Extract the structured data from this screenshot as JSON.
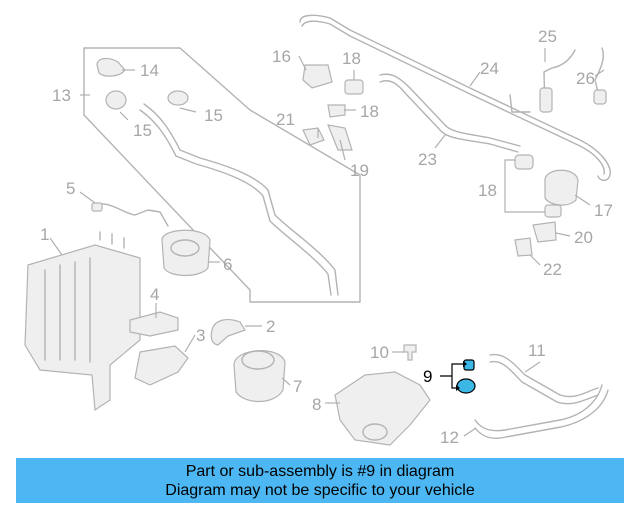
{
  "diagram": {
    "callouts": {
      "c1": "1",
      "c2": "2",
      "c3": "3",
      "c4": "4",
      "c5": "5",
      "c6": "6",
      "c7": "7",
      "c8": "8",
      "c9": "9",
      "c10": "10",
      "c11": "11",
      "c12": "12",
      "c13": "13",
      "c14": "14",
      "c15a": "15",
      "c15b": "15",
      "c16": "16",
      "c17": "17",
      "c18a": "18",
      "c18b": "18",
      "c18c": "18",
      "c19": "19",
      "c20": "20",
      "c21": "21",
      "c22": "22",
      "c23": "23",
      "c24": "24",
      "c25": "25",
      "c26": "26"
    },
    "highlight_color": "#3bb7e6",
    "callout_color": "#a6a6a6"
  },
  "caption": {
    "line1": "Part or sub-assembly is #9 in diagram",
    "line2": "Diagram may not be specific to your vehicle",
    "background": "#4cb7f2"
  }
}
